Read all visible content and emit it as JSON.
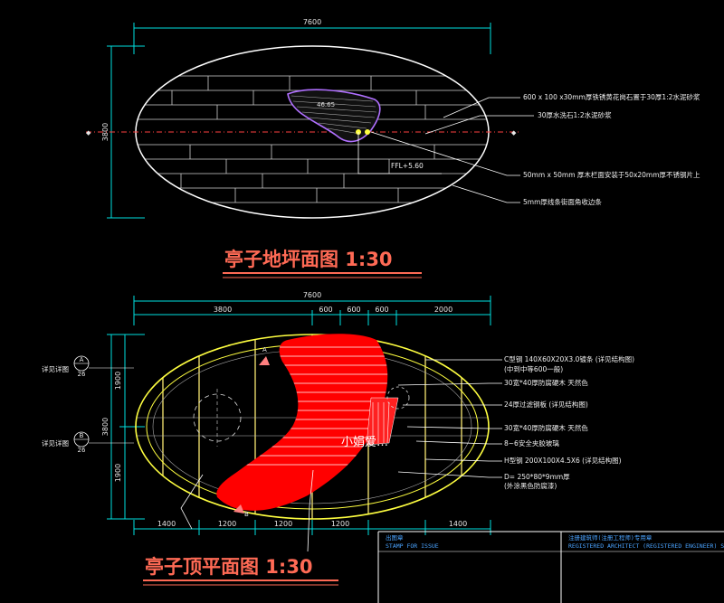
{
  "plan": {
    "title": "亭子地坪面图   1:30",
    "dim_width": "7600",
    "dim_height": "3800",
    "elevation_value": "46.65",
    "ffl": "FFL+5.60",
    "notes": [
      "600 x 100 x30mm厚铁锈黄花岗石置于30厚1:2水泥砂浆",
      "30厚水洗石1:2水泥砂浆",
      "50mm x 50mm 厚木栏面安装于50x20mm厚不锈钢片上",
      "5mm厚线条街面角收边条"
    ]
  },
  "roof": {
    "title": "亭子顶平面图   1:30",
    "dim_total": "7600",
    "dims_top": [
      "3800",
      "600",
      "600",
      "600",
      "2000"
    ],
    "dims_bottom": [
      "1400",
      "1200",
      "1200",
      "1200",
      "1400"
    ],
    "dims_left": [
      "1900",
      "3800",
      "1900"
    ],
    "section_a": "A",
    "section_b": "B",
    "ref_label": "详见详图",
    "notes": [
      "C型钢 140X60X20X3.0镀条 (详见结构图)",
      "(中到中等600一般)",
      "30宽*40厚防腐硬木 天然色",
      "24厚过滤钢板 (详见结构图)",
      "30宽*40厚防腐硬木 天然色",
      "8~6安全夹胶玻璃",
      "H型钢 200X100X4.5X6 (详见结构图)",
      "D= 250*80*9mm厚",
      "(外涂黑色防腐漆)"
    ]
  },
  "watermark": "小娟爱…",
  "stamp": {
    "left_title": "出图章",
    "left_label": "STAMP FOR ISSUE",
    "right_title": "注册建筑师(注册工程师)专用章",
    "right_label": "REGISTERED ARCHITECT (REGISTERED ENGINEER) STAMP"
  },
  "colors": {
    "background": "#000000",
    "outline": "#ffffff",
    "dimension": "#00e0e0",
    "fill_red": "#ff0000",
    "title": "#ff6a55",
    "structure_yellow": "#ffff40",
    "stamp_blue": "#4aa3ff"
  }
}
